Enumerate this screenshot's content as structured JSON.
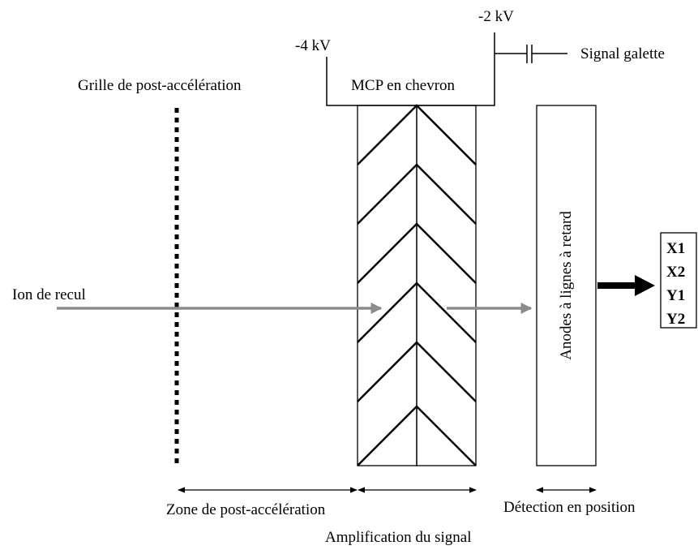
{
  "labels": {
    "minus4kv": "-4 kV",
    "minus2kv": "-2 kV",
    "signal_galette": "Signal galette",
    "grille": "Grille de post-accélération",
    "mcp": "MCP en chevron",
    "ion": "Ion de recul",
    "anodes": "Anodes à lignes à retard",
    "zone_post_acc": "Zone de post-accélération",
    "amplification": "Amplification du signal",
    "detection": "Détection en position"
  },
  "outputs": [
    "X1",
    "X2",
    "Y1",
    "Y2"
  ],
  "colors": {
    "beam": "#8c8c8c",
    "line": "#000000"
  }
}
